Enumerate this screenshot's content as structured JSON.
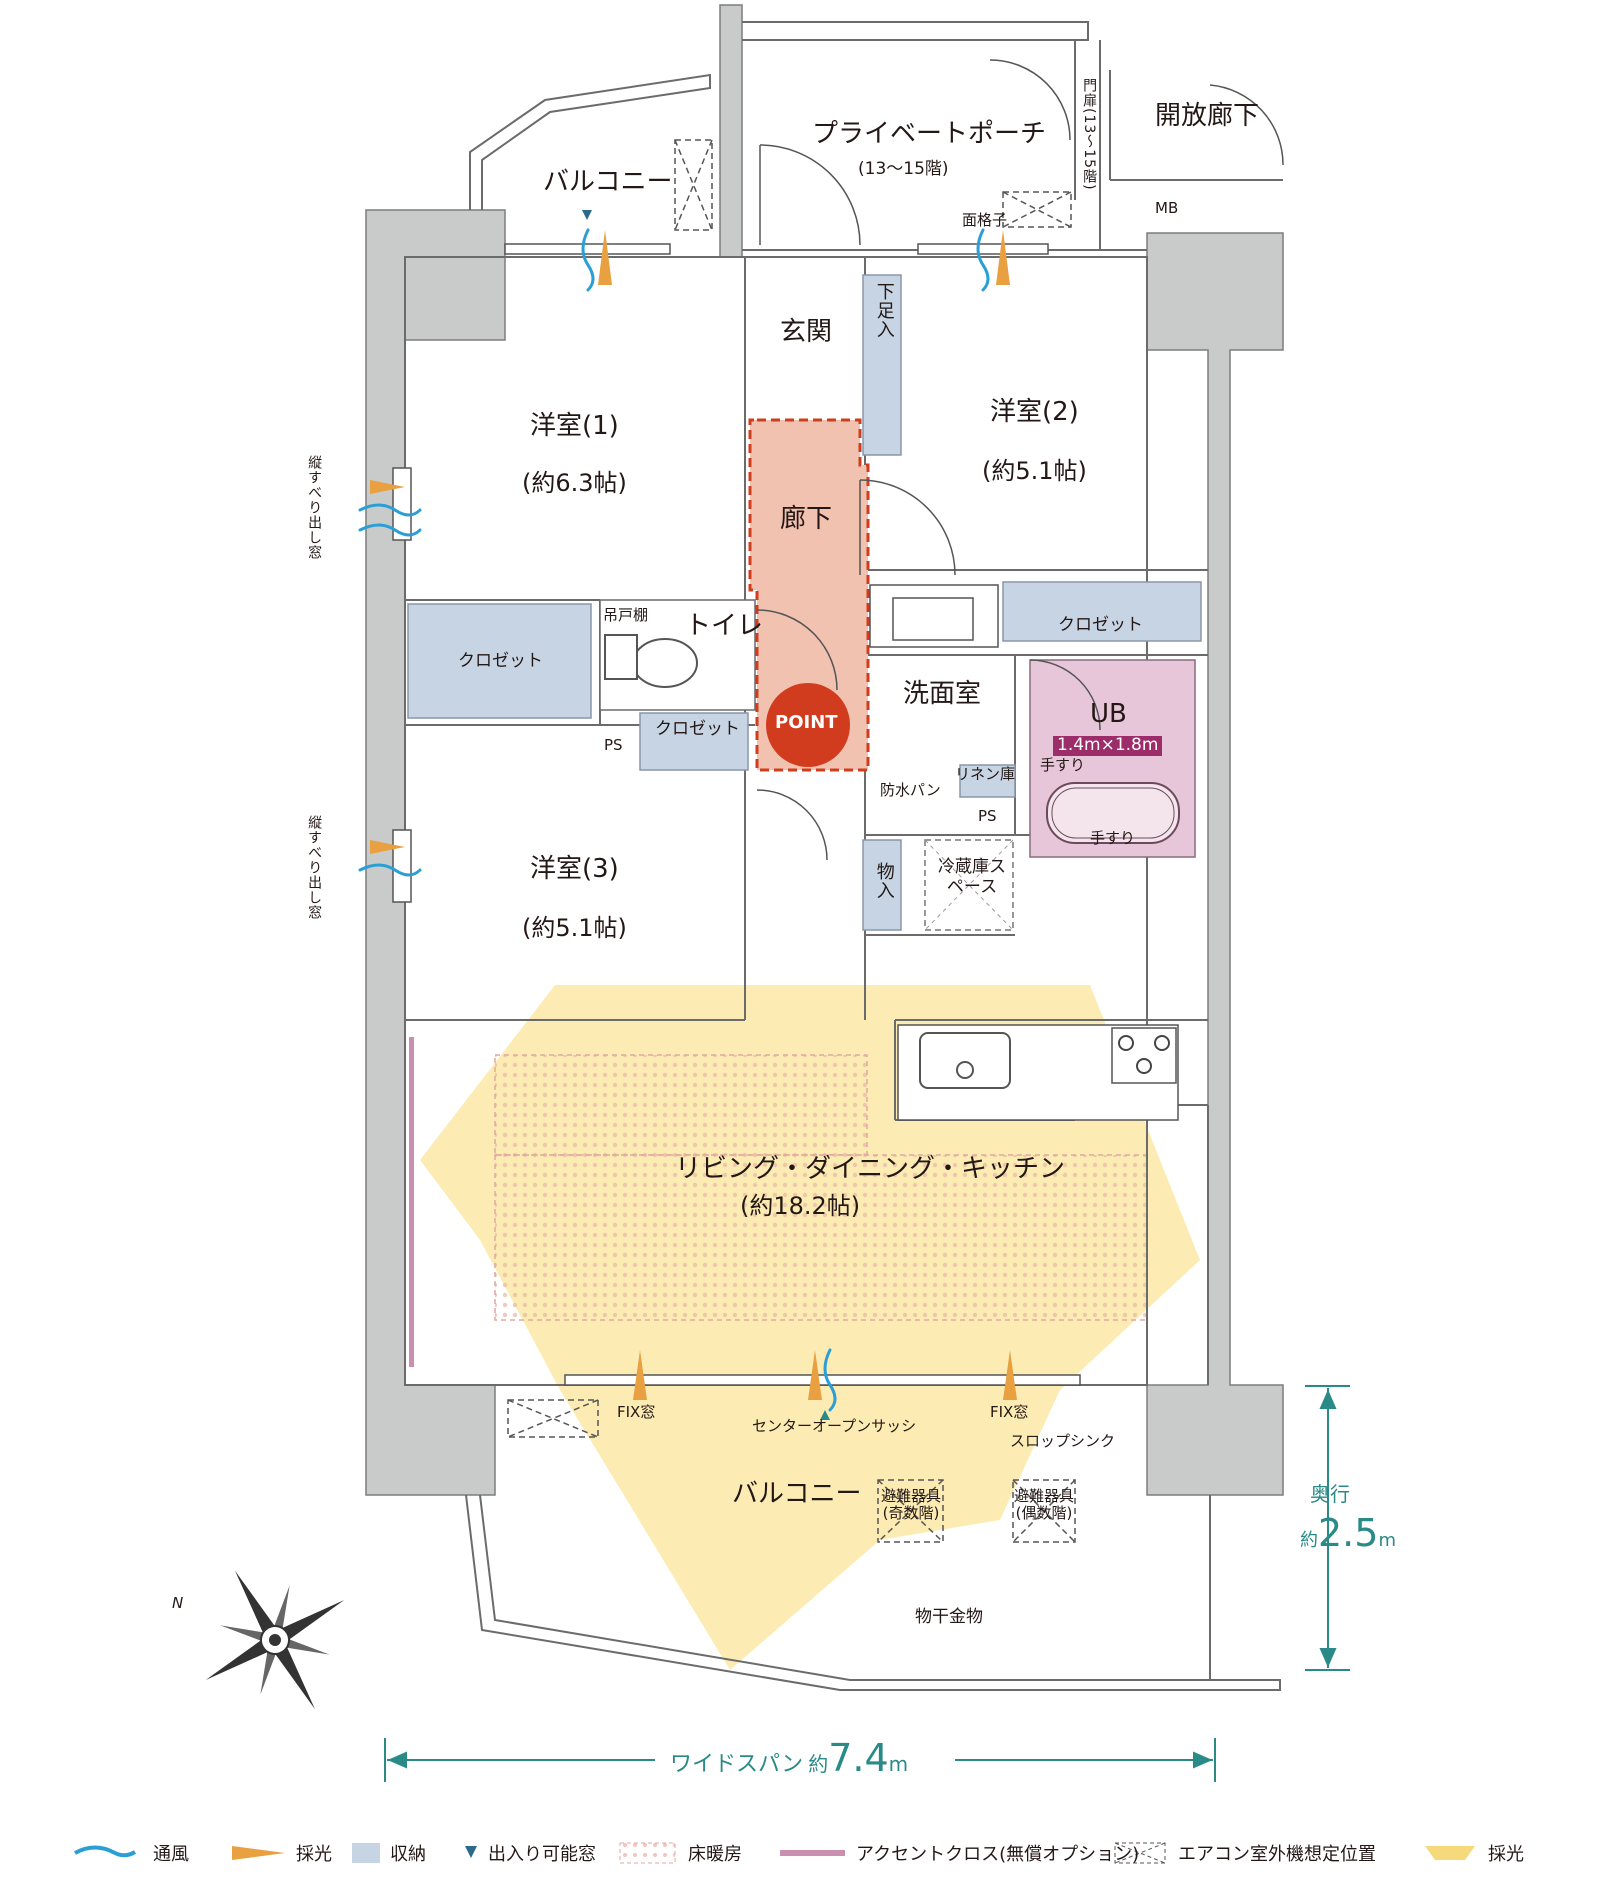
{
  "rooms": {
    "porch": {
      "name": "プライベートポーチ",
      "floors": "(13〜15階)"
    },
    "corridor_open": "開放廊下",
    "gate": "門扉(13〜15階)",
    "mb": "MB",
    "balcony_top": "バルコニー",
    "lattice": "面格子",
    "entrance": "玄関",
    "shoe_storage": "下足入",
    "bed1": {
      "name": "洋室(1)",
      "area": "(約6.3帖)"
    },
    "bed2": {
      "name": "洋室(2)",
      "area": "(約5.1帖)"
    },
    "bed3": {
      "name": "洋室(3)",
      "area": "(約5.1帖)"
    },
    "hallway": "廊下",
    "point": "POINT",
    "toilet": "トイレ",
    "hanging_shelf": "吊戸棚",
    "closet_1": "クロゼット",
    "closet_2": "クロゼット",
    "closet_3": "クロゼット",
    "ps_1": "PS",
    "ps_2": "PS",
    "washroom": "洗面室",
    "ub": "UB",
    "ub_size": "1.4m×1.8m",
    "handrail_1": "手すり",
    "handrail_2": "手すり",
    "linen": "リネン庫",
    "waterproof_pan": "防水パン",
    "storage": "物入",
    "fridge": "冷蔵庫スペース",
    "ldk": {
      "name": "リビング・ダイニング・キッチン",
      "area": "(約18.2帖)"
    },
    "window_side": "縦すべり出し窓",
    "fix_left": "FIX窓",
    "fix_right": "FIX窓",
    "center_sash": "センターオープンサッシ",
    "slop_sink": "スロップシンク",
    "balcony_bottom": "バルコニー",
    "evac_odd": "避難器具(奇数階)",
    "evac_even": "避難器具(偶数階)",
    "drying": "物干金物",
    "compass_n": "N"
  },
  "dimensions": {
    "depth_label": "奥行",
    "depth_prefix": "約",
    "depth_value": "2.5",
    "depth_unit": "m",
    "span_label": "ワイドスパン",
    "span_prefix": "約",
    "span_value": "7.4",
    "span_unit": "m"
  },
  "legend": [
    {
      "icon": "wind-icon",
      "label": "通風"
    },
    {
      "icon": "light-icon",
      "label": "採光"
    },
    {
      "icon": "storage-icon",
      "label": "収納"
    },
    {
      "icon": "access-window-icon",
      "label": "出入り可能窓"
    },
    {
      "icon": "floor-heating-icon",
      "label": "床暖房"
    },
    {
      "icon": "accent-cloth-icon",
      "label": "アクセントクロス(無償オプション)"
    },
    {
      "icon": "ac-unit-icon",
      "label": "エアコン室外機想定位置"
    },
    {
      "icon": "sunlight-icon",
      "label": "採光"
    }
  ],
  "colors": {
    "wall": "#c9caca",
    "storage": "#c7d4e4",
    "hallway": "#f2c2b0",
    "point": "#d23c1e",
    "ub": "#e7c6d9",
    "ub_label": "#9c2c6a",
    "sunlight": "#fbe9a6",
    "accent": "#c98fb0",
    "teal": "#2a8a87",
    "wind": "#2a9fd6",
    "light": "#e8a040"
  }
}
